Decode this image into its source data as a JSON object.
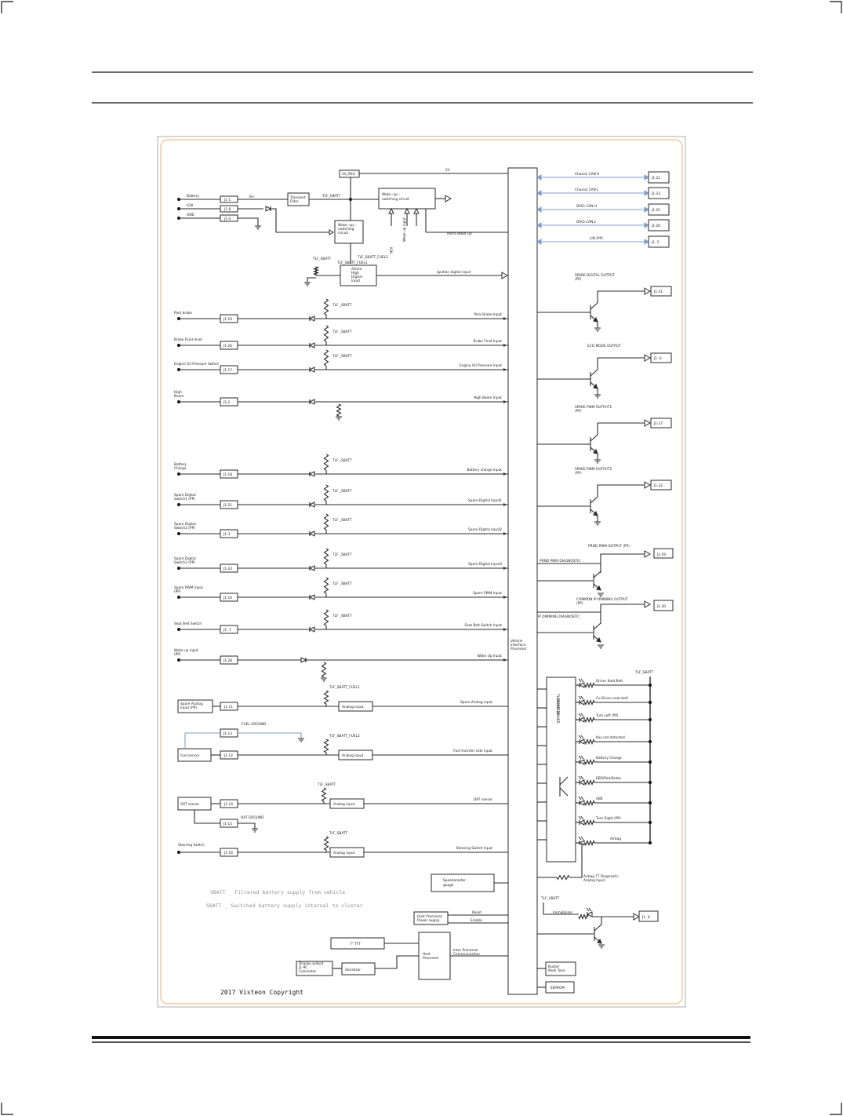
{
  "frame_border_color": "#f2c89b",
  "bus_color": "#7f9ec9",
  "supply_nodes": {
    "v5": "5V_REG",
    "transient": [
      "Transient",
      "Filter"
    ],
    "tlf_vbatt": "TLF_VBATT",
    "bplus": "B+",
    "v5_line": "5V",
    "wake_main": [
      "Wake -up ;",
      "switching circuit"
    ],
    "wake_small": [
      "Wake -up ;",
      "switching",
      "circuit"
    ],
    "tlf_sbatt": "TLF_SBATT",
    "fuel_labels": [
      "TLF_SBATT_FUEL2",
      "TLF_SBATT_FUEL1"
    ],
    "active_high": [
      "Active",
      "High",
      "Digital",
      "Input"
    ],
    "ign_vertical": "IGN",
    "wake_vertical": "Wake up input",
    "micro_wake": "Micro Wake Up",
    "ignition_input": "Ignition digital input"
  },
  "power_inputs": [
    {
      "name": "Battery",
      "pin": "J1-1"
    },
    {
      "name": "IGN",
      "pin": "J1-8"
    },
    {
      "name": "GND",
      "pin": "J1-4"
    }
  ],
  "input_rows": [
    {
      "ext": [
        "Park brake"
      ],
      "pin": "J1-19",
      "pull": "TLF _SBATT",
      "signal": "Park Brake Input"
    },
    {
      "ext": [
        "Brake Fluid level"
      ],
      "pin": "J1-20",
      "pull": "TLF _SBATT",
      "signal": "Brake Fluid Input"
    },
    {
      "ext": [
        "Engine Oil Pressure Switch"
      ],
      "pin": "J1-17",
      "pull": "TLF _SBATT",
      "signal": "Engine Oil Pressure Input"
    },
    {
      "ext": [
        "High",
        "Beam"
      ],
      "pin": "J1-2",
      "pull": "",
      "signal": "High Beam Input"
    },
    {
      "ext": [
        "Battery",
        "Charge"
      ],
      "pin": "J1-18",
      "pull": "TLF _SBATT",
      "signal": "Battery charge Input"
    },
    {
      "ext": [
        "Spare Digital",
        "Switch1 (PP)"
      ],
      "pin": "J1-21",
      "pull": "TLF _SBATT",
      "signal": "Spare Digital Input1"
    },
    {
      "ext": [
        "Spare Digital",
        "Switch2 (PP)"
      ],
      "pin": "J1-3",
      "pull": "TLF _SBATT",
      "signal": "Spare Digital Input2"
    },
    {
      "ext": [
        "Spare Digital",
        "Switch3 (PP)"
      ],
      "pin": "J1-24",
      "pull": "TLF _SBATT",
      "signal": "Spare Digital Input3"
    },
    {
      "ext": [
        "Spare PWM Input",
        "(PP)"
      ],
      "pin": "J1-10",
      "pull": "TLF _SBATT",
      "signal": "Spare PWM Input"
    },
    {
      "ext": [
        "Seat Belt Switch"
      ],
      "pin": "J1- 7",
      "pull": "TLF _SBATT",
      "signal": "Seat Belt Switch Input"
    },
    {
      "ext": [
        "Wake up input",
        "(PP)"
      ],
      "pin": "J1-28",
      "pull": "",
      "signal": "Wake Up Input"
    }
  ],
  "analog_rows": [
    {
      "ext": [
        "Spare Analog",
        "Input (PP)"
      ],
      "pin": "J1-11",
      "pull": "TLF_SBATT_FUEL1",
      "block": "Analog input",
      "signal": "Spare Analog input"
    },
    {
      "ext": [
        "Fuel sensor"
      ],
      "pin": "J1-12",
      "pull": "TLF_SBATT_FUEL2",
      "block": "Analog input",
      "signal": "Fuel transfer side input"
    },
    {
      "ext": [
        "OAT sensor"
      ],
      "pin": "J1-14",
      "pull": "TLF_SBATT",
      "block": "Analog input",
      "signal": "OAT sensor"
    },
    {
      "ext": [
        "Steering Switch"
      ],
      "pin": "J1-16",
      "pull": "TLF_SBATT",
      "block": "Analog input",
      "signal": "Steering Switch Input"
    }
  ],
  "grounds": {
    "fuel_pin": "J1-13",
    "fuel_label": "FUEL GROUND",
    "oat_pin": "J1-15",
    "oat_label": "OAT GROUND"
  },
  "processor": {
    "label": [
      "Vehicle",
      "Interface",
      "Processor"
    ]
  },
  "can_rows": [
    {
      "signal": "Chassis CAN H",
      "pin": "J1-22"
    },
    {
      "signal": "Chassis CAN L",
      "pin": "J1-23"
    },
    {
      "signal": "DIAG CAN H",
      "pin": "J1-25"
    },
    {
      "signal": "DIAG CAN L",
      "pin": "J1-26"
    },
    {
      "signal": "LIN (PP)",
      "pin": "J1- 5"
    }
  ],
  "outputs": [
    {
      "label": [
        "SPARE DIGITAL OUTPUT",
        "(PP)"
      ],
      "pin": "J1-31"
    },
    {
      "label": [
        "ECO MODE OUTPUT"
      ],
      "pin": "J1- 6"
    },
    {
      "label": [
        "SPARE PWM OUTPUT1",
        "(PP)"
      ],
      "pin": "J1-27"
    },
    {
      "label": [
        "SPARE PWM OUTPUT2",
        "(PP)"
      ],
      "pin": "J1-32"
    }
  ],
  "prnd": {
    "label": "PRND PWM OUTPUT (PP)",
    "pin": "J1-29",
    "diag": "PRND PWM DIAGNOSTIC",
    "dim_label": [
      "COMMON IP DIMMING  OUTPUT",
      "(PP)"
    ],
    "dim_pin": "J1-30",
    "dim_diag": "IP DIMMING DIAGNOSTIC"
  },
  "led_driver": {
    "label": [
      "BICMO DRIVER",
      "TLC5917E35"
    ],
    "supply": "TLF_SBATT",
    "leds": [
      "Driver Seat Belt",
      "Co-Driver seat belt",
      "Turn Left (PP)",
      "Key not detected",
      "Battery Charge",
      "EBD/ParkBrake",
      "ABS",
      "Turn Right (PP)",
      "Airbag"
    ],
    "airbag_diag": [
      "Airbag TT Diagnostic",
      "Analog Input"
    ]
  },
  "bottom": {
    "speedometer": [
      "Speedometer",
      "guage"
    ],
    "host_power": [
      "Host Processor",
      "Power supply"
    ],
    "reset": "Reset",
    "enable": "Enable",
    "tft": "7\" TFT",
    "host": [
      "Host",
      "Processor"
    ],
    "inter": [
      "Inter Processor",
      "Communication"
    ],
    "display_out": [
      "Display output",
      "J1-9C",
      "Connector"
    ],
    "serializer": "Serializer",
    "immobilizer": "Immobilizer",
    "immob_supply": "TLF_VBATT",
    "immob_pin": "J1- 9",
    "buzzer": [
      "Buzzer",
      "Multi Tone"
    ],
    "eeprom": "EEPROM"
  },
  "legend": [
    "VBATT _ Filtered battery supply from vehicle",
    "SBATT _ Switched battery supply internal to cluster"
  ],
  "copyright": "2017  Visteon Copyright"
}
